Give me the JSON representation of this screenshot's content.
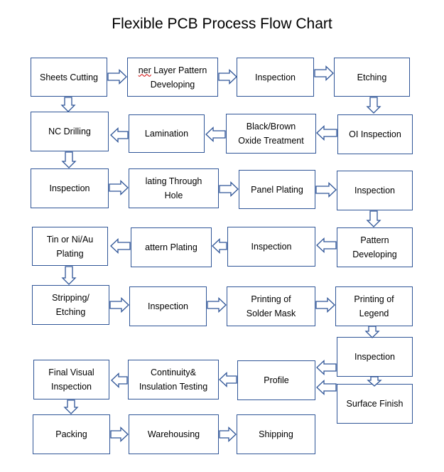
{
  "title": "Flexible PCB Process Flow Chart",
  "steps": {
    "sheets_cutting": "Sheets Cutting",
    "inner_layer_prefix": "ner",
    "inner_layer_rest": " Layer Pattern\nDeveloping",
    "inspection_1": "Inspection",
    "etching": "Etching",
    "nc_drilling": "NC Drilling",
    "lamination": "Lamination",
    "black_brown_oxide": "Black/Brown\nOxide Treatment",
    "oi_inspection": "OI Inspection",
    "inspection_2": "Inspection",
    "plating_through_hole": "lating Through\nHole",
    "panel_plating": "Panel Plating",
    "inspection_3": "Inspection",
    "tin_ni_au_plating": "Tin or Ni/Au\nPlating",
    "pattern_plating": "attern Plating",
    "inspection_4": "Inspection",
    "pattern_developing": "Pattern\nDeveloping",
    "stripping_etching": "Stripping/\nEtching",
    "inspection_5": "Inspection",
    "printing_solder_mask": "Printing of\nSolder Mask",
    "printing_legend": "Printing of\nLegend",
    "inspection_6": "Inspection",
    "final_visual_inspection": "Final Visual\nInspection",
    "continuity_insulation": "Continuity&\nInsulation Testing",
    "profile": "Profile",
    "surface_finish": "Surface Finish",
    "packing": "Packing",
    "warehousing": "Warehousing",
    "shipping": "Shipping"
  },
  "colors": {
    "border": "#2f5597",
    "arrow_fill": "#ffffff"
  }
}
